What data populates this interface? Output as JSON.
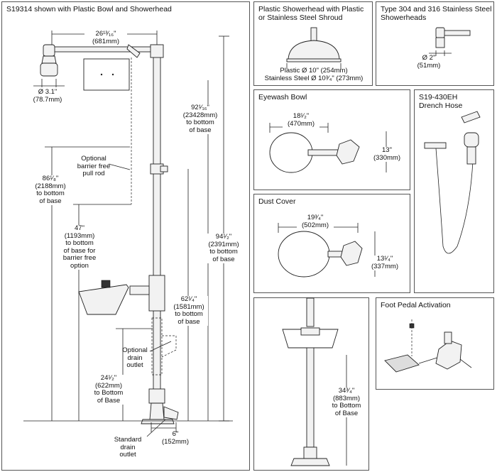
{
  "main": {
    "title": "S19314 shown with Plastic Bowl and Showerhead",
    "dim_arm": "26¹³⁄₁₆\"\n(681mm)",
    "dim_head_dia": "Ø 3.1\"\n(78.7mm)",
    "dim_overall_head": "92¹⁄₁₆\"\n(23428mm)\nto bottom\nof base",
    "label_pull_rod": "Optional\nbarrier free\npull rod",
    "dim_pull_rod": "86¹⁄₈\"\n(2188mm)\nto bottom\nof base",
    "dim_barrier": "47\"\n(1193mm)\nto bottom\nof base for\nbarrier free\noption",
    "dim_overall": "94¹⁄₂\"\n(2391mm)\nto bottom\nof base",
    "dim_bowl": "62¹⁄₄\"\n(1581mm)\nto bottom\nof base",
    "label_optional_drain": "Optional\ndrain\noutlet",
    "dim_drain": "24¹⁄₂\"\n(622mm)\nto Bottom\nof Base",
    "label_standard_drain": "Standard\ndrain\noutlet",
    "dim_base": "6\"\n(152mm)"
  },
  "shroud": {
    "title": "Plastic Showerhead with Plastic\nor Stainless Steel Shroud",
    "dims": "Plastic Ø 10\" (254mm)\nStainless Steel Ø 10³⁄₄\" (273mm)"
  },
  "ss_heads": {
    "title": "Type 304 and 316 Stainless Steel\nShowerheads",
    "dim": "Ø 2\"\n(51mm)"
  },
  "eyewash": {
    "title": "Eyewash Bowl",
    "dim_width": "18¹⁄₂\"\n(470mm)",
    "dim_depth": "13\"\n(330mm)"
  },
  "drench": {
    "title": "S19-430EH\nDrench Hose"
  },
  "dustcover": {
    "title": "Dust Cover",
    "dim_width": "19³⁄₄\"\n(502mm)",
    "dim_depth": "13¹⁄₄\"\n(337mm)"
  },
  "pedestal": {
    "dim_height": "34³⁄₄\"\n(883mm)\nto Bottom\nof Base"
  },
  "foot_pedal": {
    "title": "Foot Pedal Activation"
  }
}
